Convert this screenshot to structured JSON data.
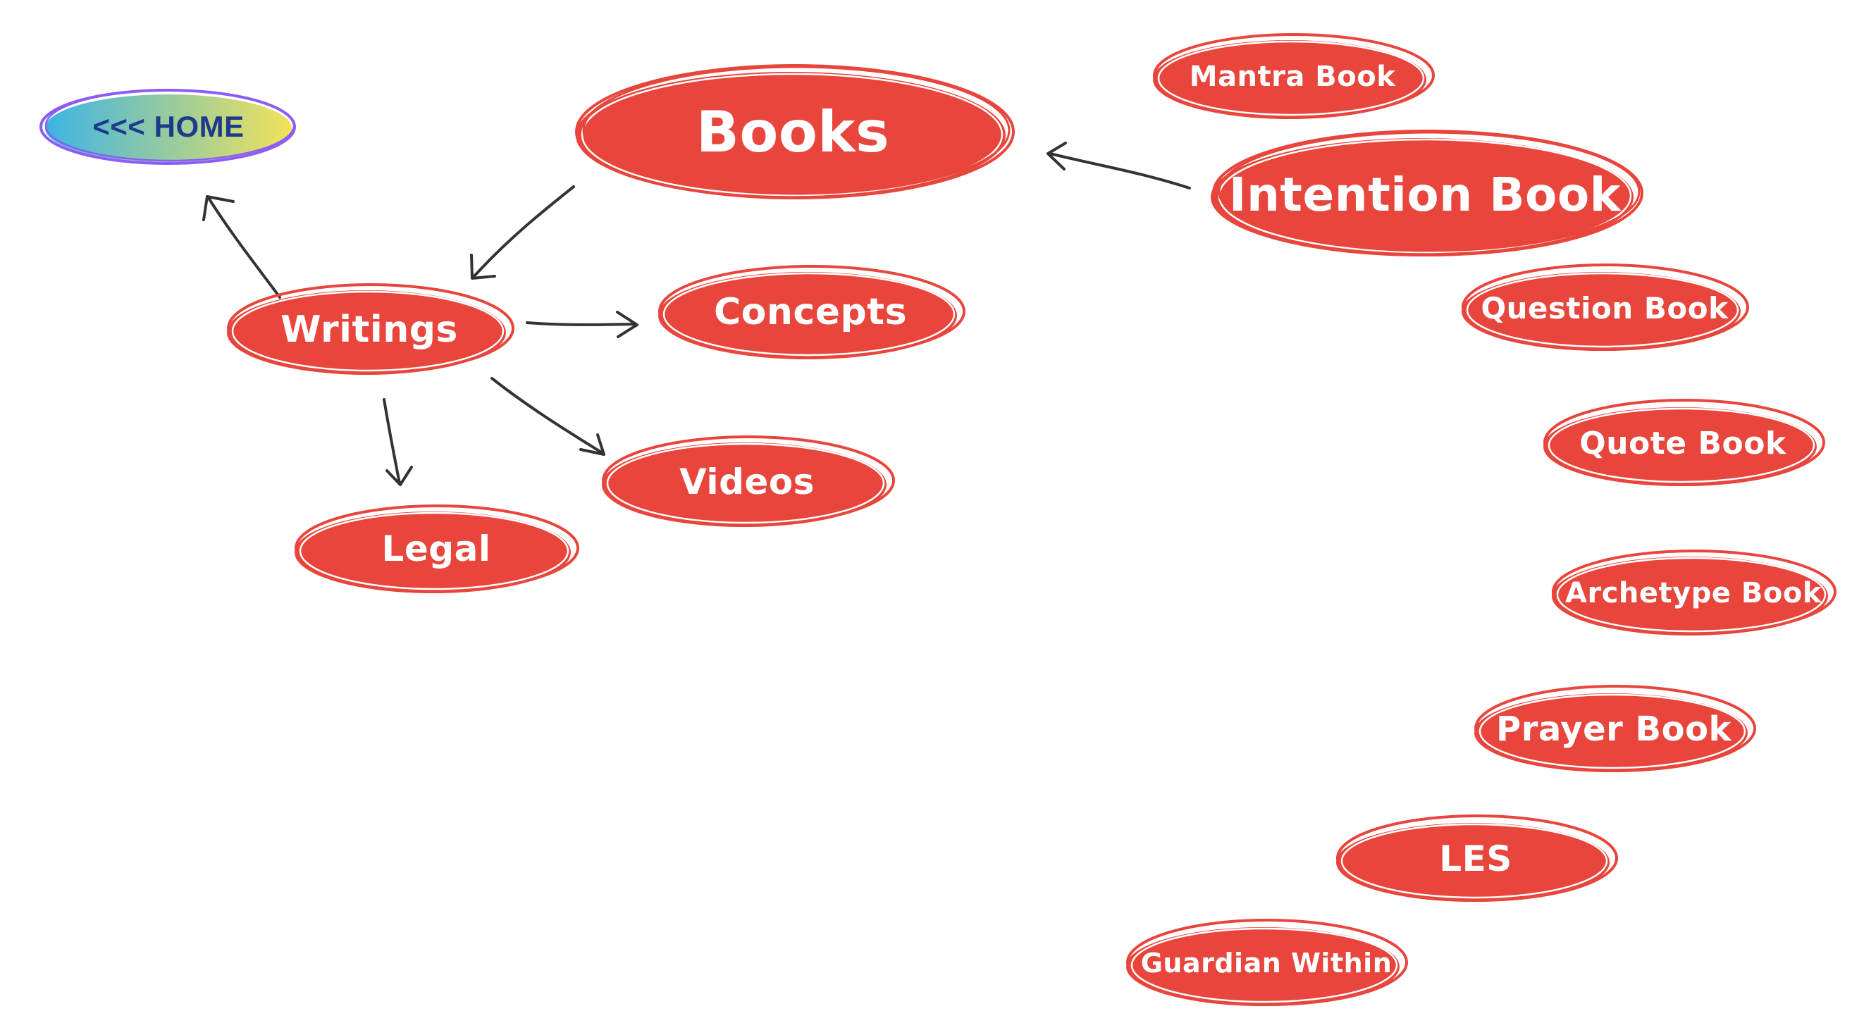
{
  "colors": {
    "bubble_fill": "#e8453c",
    "bubble_stroke": "#e8453c",
    "arrow": "#333333",
    "home_gradient_start": "#3cb4e6",
    "home_gradient_end": "#f2e25a",
    "home_outline": "#8b5cf6",
    "home_text": "#1e3a8a"
  },
  "nodes": {
    "home": {
      "label": "<<< HOME",
      "icon": "none"
    },
    "books": {
      "label": "Books"
    },
    "writings": {
      "label": "Writings"
    },
    "concepts": {
      "label": "Concepts"
    },
    "videos": {
      "label": "Videos"
    },
    "legal": {
      "label": "Legal"
    },
    "mantra_book": {
      "label": "Mantra Book"
    },
    "intention_book": {
      "label": "Intention Book"
    },
    "question_book": {
      "label": "Question Book"
    },
    "quote_book": {
      "label": "Quote Book"
    },
    "archetype_book": {
      "label": "Archetype Book"
    },
    "prayer_book": {
      "label": "Prayer Book"
    },
    "les": {
      "label": "LES"
    },
    "guardian_within": {
      "label": "Guardian Within"
    }
  }
}
